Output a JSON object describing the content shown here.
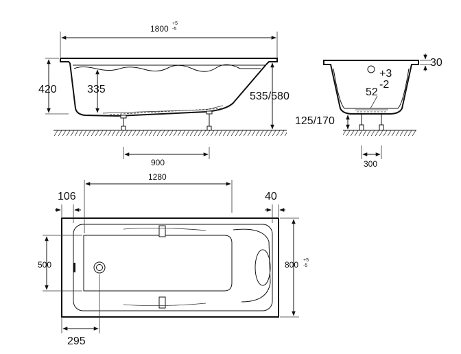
{
  "side_view": {
    "length": "1800",
    "length_tol_plus": "+5",
    "length_tol_minus": "-5",
    "rim_height": "420",
    "inner_depth": "335",
    "total_height": "535/580",
    "leg_spacing": "900"
  },
  "end_view": {
    "rim_thickness": "30",
    "tol_plus": "+3",
    "tol_minus": "-2",
    "drain_dim": "52",
    "leg_height": "125/170",
    "leg_spacing": "300"
  },
  "top_view": {
    "offset_left": "106",
    "inner_length": "1280",
    "offset_right": "40",
    "inner_width": "500",
    "width": "800",
    "width_tol_plus": "+5",
    "width_tol_minus": "-5",
    "drain_offset": "295"
  }
}
